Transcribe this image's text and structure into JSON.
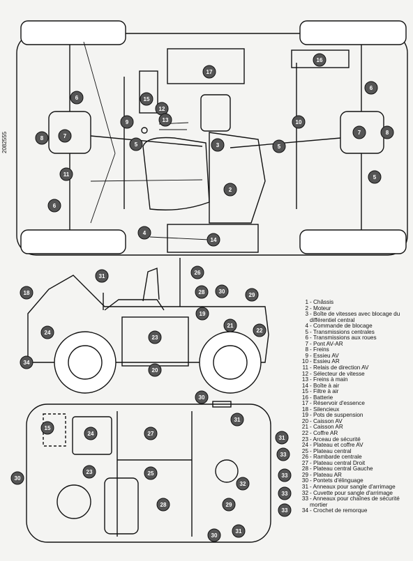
{
  "document_id": "2082555",
  "legend": [
    {
      "num": "1",
      "text": "Châssis"
    },
    {
      "num": "2",
      "text": "Moteur"
    },
    {
      "num": "3",
      "text": "Boîte de vitesses avec blocage du différentiel central"
    },
    {
      "num": "4",
      "text": "Commande de blocage"
    },
    {
      "num": "5",
      "text": "Transmissions centrales"
    },
    {
      "num": "6",
      "text": "Transmissions aux roues"
    },
    {
      "num": "7",
      "text": "Pont AV-AR"
    },
    {
      "num": "8",
      "text": "Freins"
    },
    {
      "num": "9",
      "text": "Essieu AV"
    },
    {
      "num": "10",
      "text": "Essieu AR"
    },
    {
      "num": "11",
      "text": "Relais de direction AV"
    },
    {
      "num": "12",
      "text": "Sélecteur de vitesse"
    },
    {
      "num": "13",
      "text": "Freins à main"
    },
    {
      "num": "14",
      "text": "Boîte à air"
    },
    {
      "num": "15",
      "text": "Filtre à air"
    },
    {
      "num": "16",
      "text": "Batterie"
    },
    {
      "num": "17",
      "text": "Réservoir d'essence"
    },
    {
      "num": "18",
      "text": "Silencieux"
    },
    {
      "num": "19",
      "text": "Pots de suspension"
    },
    {
      "num": "20",
      "text": "Caisson AV"
    },
    {
      "num": "21",
      "text": "Caisson AR"
    },
    {
      "num": "22",
      "text": "Coffre AR"
    },
    {
      "num": "23",
      "text": "Arceau de sécurité"
    },
    {
      "num": "24",
      "text": "Plateau et coffre AV"
    },
    {
      "num": "25",
      "text": "Plateau central"
    },
    {
      "num": "26",
      "text": "Rambarde centrale"
    },
    {
      "num": "27",
      "text": "Plateau central Droit"
    },
    {
      "num": "28",
      "text": "Plateau central Gauche"
    },
    {
      "num": "29",
      "text": "Plateau AR"
    },
    {
      "num": "30",
      "text": "Pontets d'élinguage"
    },
    {
      "num": "31",
      "text": "Anneaux pour sangle d'arrimage"
    },
    {
      "num": "32",
      "text": "Cuvette pour sangle d'arrimage"
    },
    {
      "num": "33",
      "text": "Anneaux pour chaînes de sécurité mortier"
    },
    {
      "num": "34",
      "text": "Crochet de remorque"
    }
  ],
  "chassis_callouts": [
    "17",
    "16",
    "6",
    "15",
    "12",
    "13",
    "6",
    "7",
    "9",
    "10",
    "7",
    "8",
    "8",
    "5",
    "3",
    "5",
    "11",
    "2",
    "5",
    "6",
    "4",
    "14"
  ],
  "side_callouts": [
    "18",
    "26",
    "31",
    "28",
    "30",
    "29",
    "22",
    "23",
    "24",
    "34",
    "20",
    "21",
    "19"
  ],
  "plan_callouts": [
    "30",
    "31",
    "15",
    "24",
    "27",
    "23",
    "25",
    "31",
    "33",
    "33",
    "32",
    "33",
    "30",
    "28",
    "29",
    "30",
    "31",
    "33"
  ]
}
